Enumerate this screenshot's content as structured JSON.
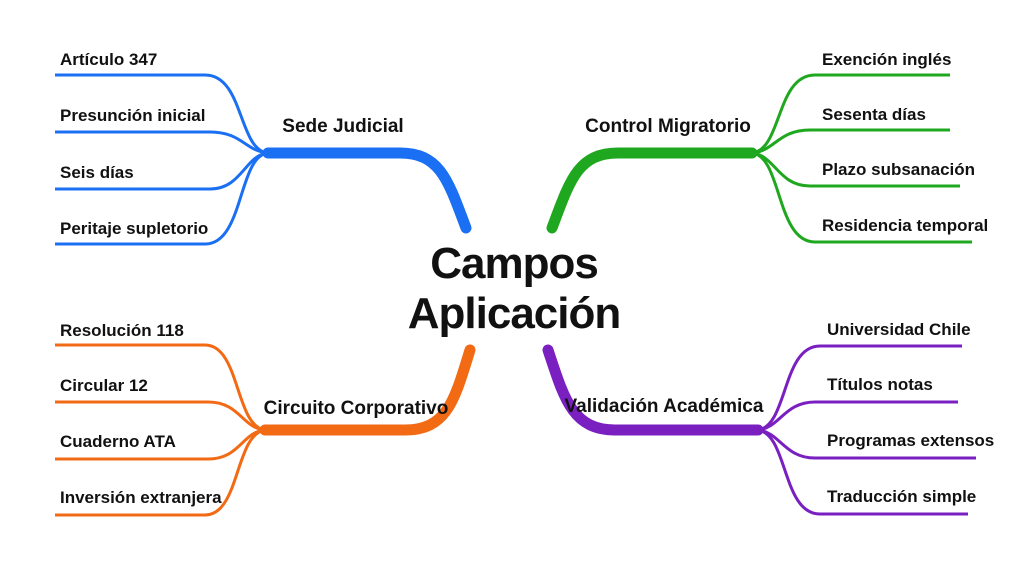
{
  "center": {
    "line1": "Campos",
    "line2": "Aplicación"
  },
  "branches": [
    {
      "label": "Sede Judicial",
      "color": "#1a6ff2",
      "leaves": [
        "Artículo 347",
        "Presunción inicial",
        "Seis días",
        "Peritaje supletorio"
      ]
    },
    {
      "label": "Control Migratorio",
      "color": "#1fa81f",
      "leaves": [
        "Exención inglés",
        "Sesenta días",
        "Plazo subsanación",
        "Residencia temporal"
      ]
    },
    {
      "label": "Circuito Corporativo",
      "color": "#f26a14",
      "leaves": [
        "Resolución 118",
        "Circular 12",
        "Cuaderno ATA",
        "Inversión extranjera"
      ]
    },
    {
      "label": "Validación Académica",
      "color": "#7a1fc0",
      "leaves": [
        "Universidad Chile",
        "Títulos notas",
        "Programas extensos",
        "Traducción simple"
      ]
    }
  ]
}
